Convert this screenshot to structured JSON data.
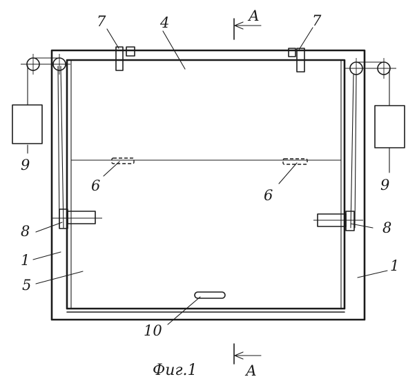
{
  "figure": {
    "caption": "Фиг.1",
    "section_label": "А",
    "labels": {
      "frame_left": "1",
      "frame_right": "1",
      "upper_panel": "4",
      "lower_panel": "5",
      "latch_left": "6",
      "latch_right": "6",
      "clamp_left": "7",
      "clamp_right": "7",
      "pin_left": "8",
      "pin_right": "8",
      "weight_left": "9",
      "weight_right": "9",
      "handle": "10"
    }
  }
}
